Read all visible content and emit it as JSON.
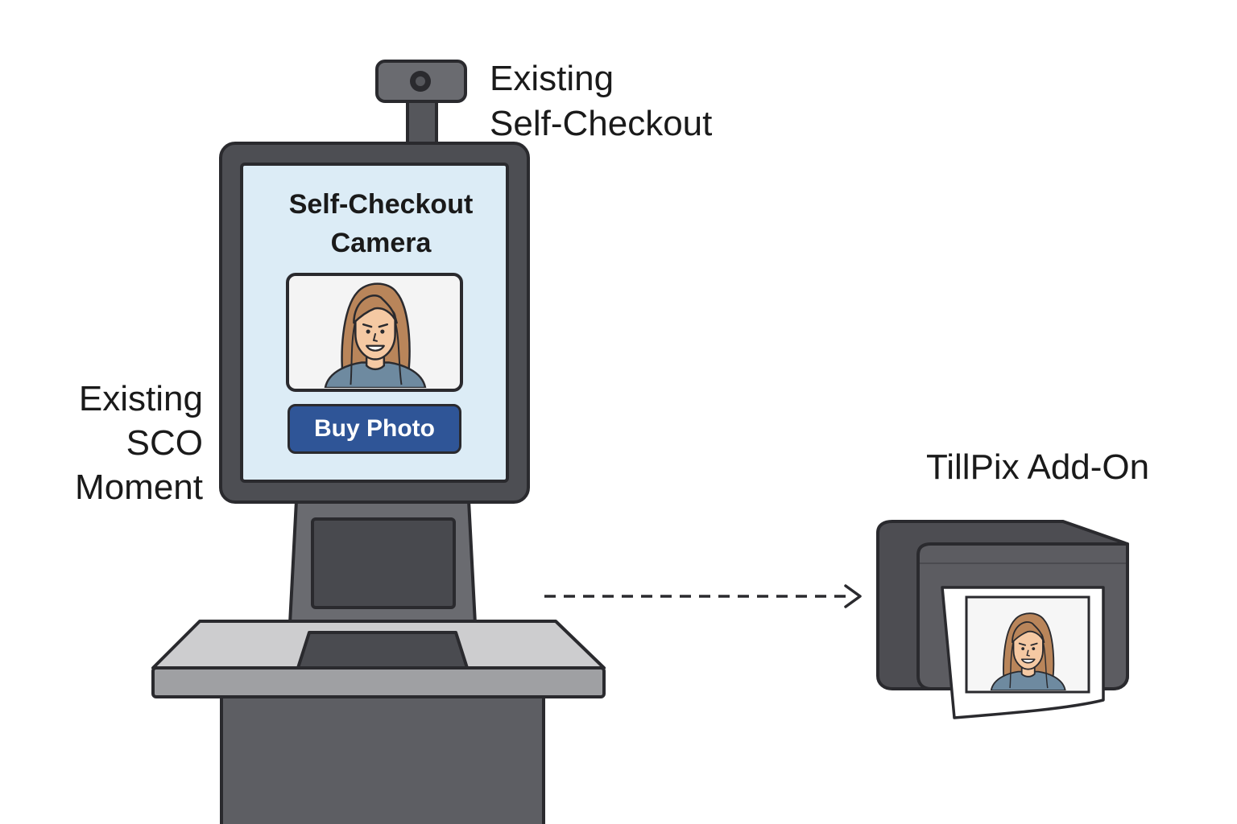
{
  "labels": {
    "existing_self_checkout": "Existing\nSelf-Checkout",
    "existing_sco_moment": "Existing\nSCO\nMoment",
    "tillpix_add_on": "TillPix Add-On"
  },
  "screen": {
    "title": "Self-Checkout\nCamera",
    "buy_button_label": "Buy Photo"
  },
  "colors": {
    "outline": "#2a2a2e",
    "kiosk_body": "#5d5e63",
    "screen_bg": "#dcecf6",
    "button_blue": "#2f5597",
    "counter_top": "#cdcdcf",
    "printer_body": "#4d4d52",
    "hair": "#b9855a",
    "skin": "#f5c9a3",
    "shirt": "#6e8aa0"
  }
}
